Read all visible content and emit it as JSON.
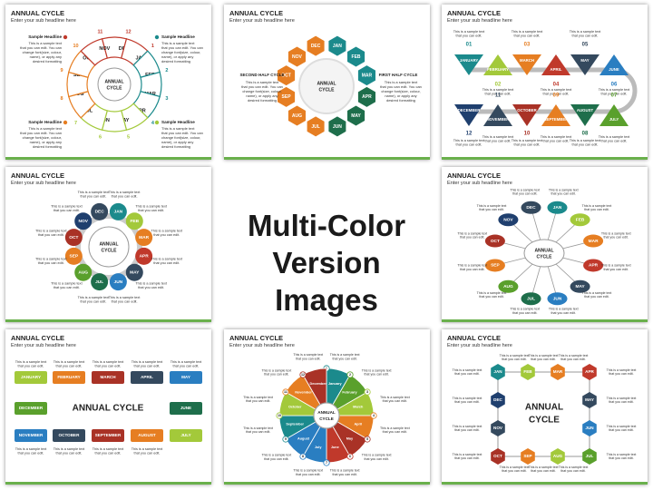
{
  "slides": [
    {
      "title": "ANNUAL CYCLE",
      "subtitle": "Enter your sub headline here"
    },
    {
      "title": "ANNUAL CYCLE",
      "subtitle": "Enter your sub headline here"
    },
    {
      "title": "ANNUAL CYCLE",
      "subtitle": "Enter your sub headline here"
    },
    {
      "title": "ANNUAL CYCLE",
      "subtitle": "Enter your sub headline here"
    },
    {
      "title": "ANNUAL CYCLE",
      "subtitle": "Enter your sub headline here"
    },
    {
      "title": "ANNUAL CYCLE",
      "subtitle": "Enter your sub headline here"
    },
    {
      "title": "ANNUAL CYCLE",
      "subtitle": "Enter your sub headline here"
    },
    {
      "title": "ANNUAL CYCLE",
      "subtitle": "Enter your sub headline here"
    }
  ],
  "center": {
    "line1": "Multi-Color",
    "line2": "Version Images"
  },
  "months_mixed": [
    "DEC",
    "JAN",
    "FEB",
    "MAR",
    "APR",
    "MAY",
    "JUN",
    "JUL",
    "AUG",
    "SEP",
    "OCT",
    "NOV"
  ],
  "months_full": [
    "JANUARY",
    "FEBRUARY",
    "MARCH",
    "APRIL",
    "MAY",
    "JUNE",
    "JULY",
    "AUGUST",
    "SEPTEMBER",
    "OCTOBER",
    "NOVEMBER",
    "DECEMBER"
  ],
  "months_full_mixed": [
    "January",
    "February",
    "March",
    "April",
    "May",
    "June",
    "July",
    "August",
    "September",
    "October",
    "November",
    "December"
  ],
  "cycle_label": "ANNUAL CYCLE",
  "cycle_label_l1": "ANNUAL",
  "cycle_label_l2": "CYCLE",
  "numbers": [
    "01",
    "02",
    "03",
    "04",
    "05",
    "06",
    "07",
    "08",
    "09",
    "10",
    "11",
    "12"
  ],
  "digits": [
    "1",
    "2",
    "3",
    "4",
    "5",
    "6",
    "7",
    "8",
    "9",
    "10",
    "11",
    "12"
  ],
  "sample_headline": "Sample Headline",
  "sample_long": [
    "This is a sample text",
    "that you can edit. You can",
    "change font(size, colour,",
    "name), or apply any",
    "desired formatting"
  ],
  "sample_short": [
    "This is a sample text",
    "that you can edit."
  ],
  "half": {
    "second": "SECOND HALF CYCLE",
    "first": "FIRST HALF CYCLE"
  },
  "colors": {
    "teal": "#1b8a8c",
    "blue": "#2a7ec1",
    "navy": "#1f3f6e",
    "red": "#c0392b",
    "dred": "#a93226",
    "orange": "#e67e22",
    "yellow": "#f1c40f",
    "green": "#5aa02c",
    "lime": "#a3c93a",
    "dgreen": "#1e6e4b",
    "slate": "#34495e",
    "purple": "#6c3483",
    "grey": "#7f8c8d",
    "accent": "#6ab04c"
  }
}
